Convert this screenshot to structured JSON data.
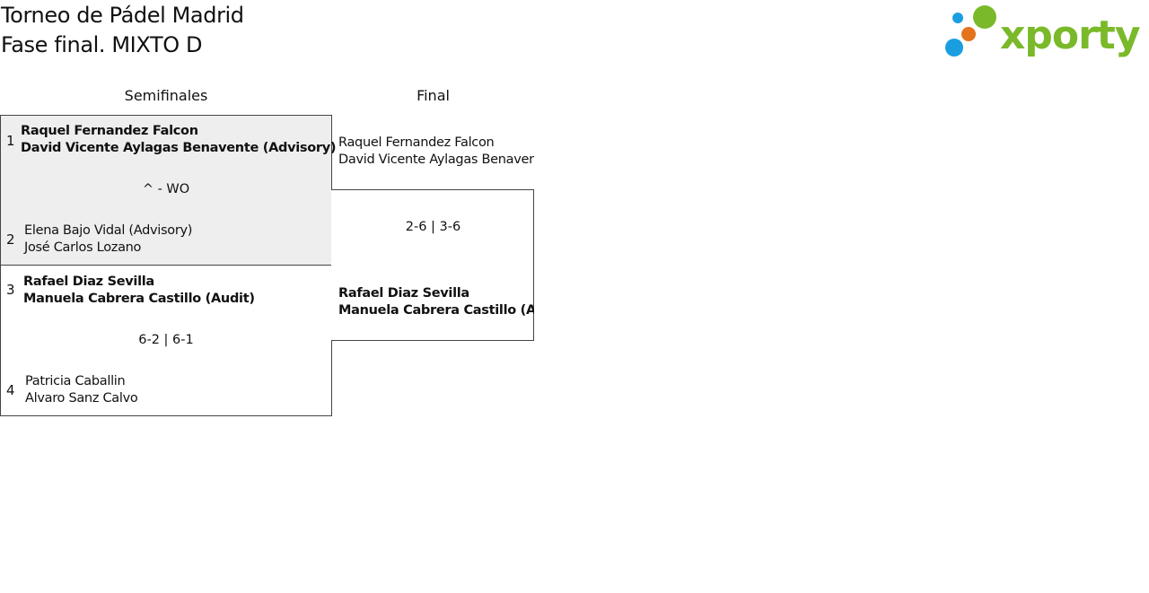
{
  "header": {
    "title_line1": "Torneo de Pádel Madrid",
    "title_line2": "Fase final. MIXTO D"
  },
  "logo": {
    "text": "xporty",
    "colors": {
      "green": "#7ab929",
      "blue": "#1a9ee0",
      "orange": "#e4731b"
    }
  },
  "rounds": [
    "Semifinales",
    "Final"
  ],
  "semifinals": [
    {
      "seed_a": "1",
      "team_a": [
        "Raquel Fernandez Falcon",
        "David Vicente Aylagas Benavente (Advisory)"
      ],
      "score": "^ - WO",
      "seed_b": "2",
      "team_b": [
        "Elena Bajo Vidal (Advisory)",
        "José Carlos Lozano"
      ]
    },
    {
      "seed_a": "3",
      "team_a": [
        "Rafael Diaz Sevilla",
        "Manuela Cabrera Castillo (Audit)"
      ],
      "score": "6-2 | 6-1",
      "seed_b": "4",
      "team_b": [
        "Patricia Caballin",
        "Alvaro Sanz Calvo"
      ]
    }
  ],
  "final": {
    "team_a": [
      "Raquel Fernandez Falcon",
      "David Vicente Aylagas Benavente (Advisory)"
    ],
    "score": "2-6 | 3-6",
    "team_b": [
      "Rafael Diaz Sevilla",
      "Manuela Cabrera Castillo (Audit)"
    ]
  }
}
